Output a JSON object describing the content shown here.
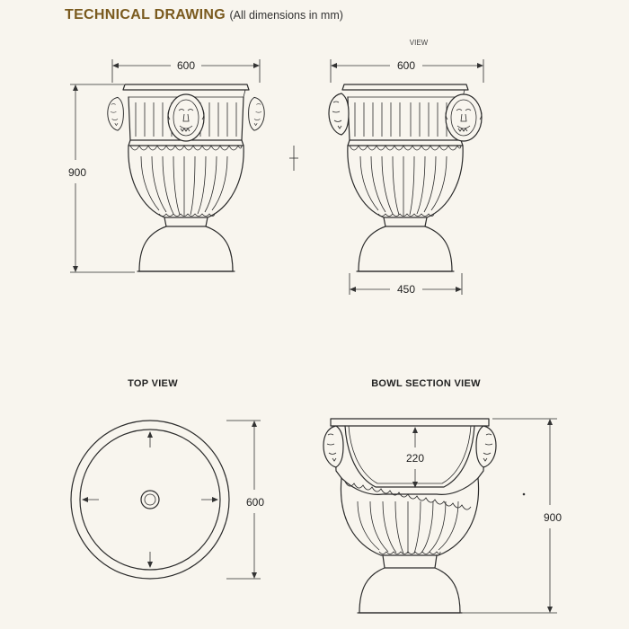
{
  "header": {
    "title": "TECHNICAL DRAWING",
    "subtitle": "(All dimensions in mm)"
  },
  "views": {
    "front": {
      "width_label": "600",
      "height_label": "900"
    },
    "side": {
      "caption": "VIEW",
      "width_label": "600",
      "base_label": "450"
    },
    "top": {
      "caption": "TOP VIEW",
      "diameter_label": "600"
    },
    "section": {
      "caption": "BOWL SECTION VIEW",
      "depth_label": "220",
      "height_label": "900"
    }
  },
  "colors": {
    "background": "#f8f5ee",
    "title": "#7a5a1e",
    "line": "#2b2b2b"
  }
}
